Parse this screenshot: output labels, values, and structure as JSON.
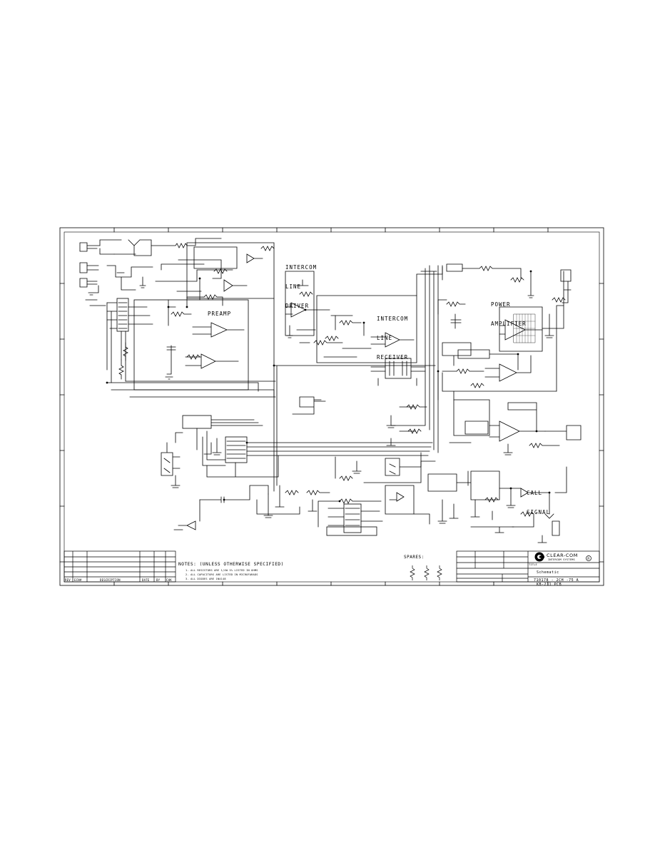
{
  "sections": {
    "line_driver": [
      "INTERCOM",
      "LINE",
      "DRIVER"
    ],
    "line_receiver": [
      "INTERCOM",
      "LINE",
      "RECEIVER"
    ],
    "preamp": "PREAMP",
    "power_amplifier": [
      "POWER",
      "AMPLIFIER"
    ],
    "call_signal": [
      "CALL",
      "SIGNAL"
    ]
  },
  "notes": {
    "heading": "NOTES: (UNLESS OTHERWISE SPECIFIED)",
    "items": [
      "1. ALL RESISTORS ARE 1/4W 5% LISTED IN OHMS",
      "2. ALL CAPACITORS ARE LISTED IN MICROFARADS",
      "3. ALL DIODES ARE 1N4148"
    ]
  },
  "spares": "SPARES:",
  "revision_block": {
    "headers": [
      "REV",
      "ECN#",
      "DESCRIPTION",
      "DATE",
      "BY",
      "CHK"
    ]
  },
  "title_block": {
    "company": "CLEAR-COM",
    "company_sub": "INTERCOM SYSTEMS",
    "title_label": "TITLE",
    "title_lines": [
      "Schematic",
      "KB-211 PCB"
    ],
    "drawing_number": "710178 - 2CH -75 A"
  }
}
